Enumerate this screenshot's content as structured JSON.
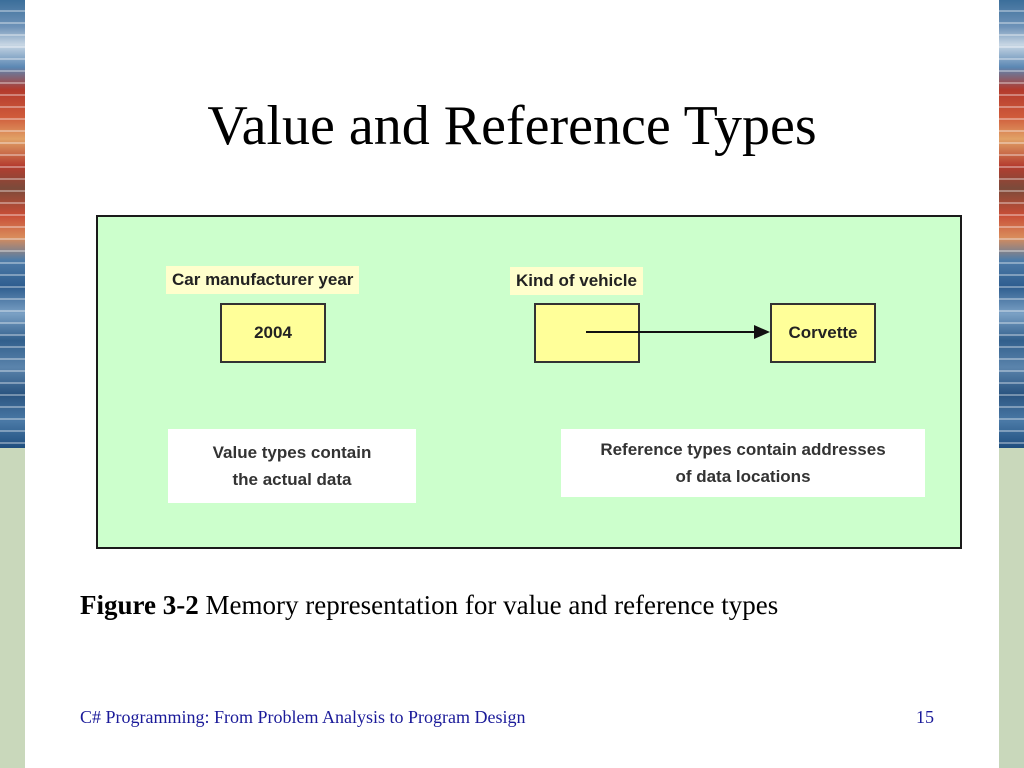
{
  "slide": {
    "title": "Value and Reference Types"
  },
  "diagram": {
    "value_label": "Car manufacturer year",
    "value_content": "2004",
    "reference_label": "Kind of vehicle",
    "reference_content": "",
    "target_content": "Corvette",
    "value_note_line1": "Value types contain",
    "value_note_line2": "the actual data",
    "reference_note_line1": "Reference types contain addresses",
    "reference_note_line2": "of data locations"
  },
  "caption": {
    "figure_number": "Figure 3-2",
    "text": " Memory representation for value and reference types"
  },
  "footer": {
    "course": "C# Programming: From Problem Analysis to Program Design",
    "page": "15"
  },
  "colors": {
    "panel_background": "#ccffcc",
    "box_fill": "#ffff99",
    "label_fill": "#ffffcc",
    "footer_text": "#1a1a99"
  }
}
